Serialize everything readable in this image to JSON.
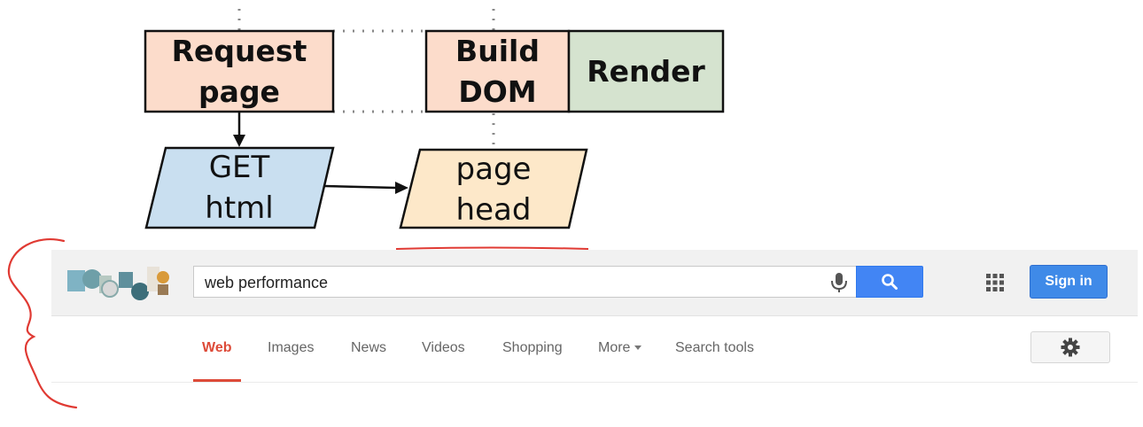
{
  "diagram": {
    "boxes": {
      "request": "Request\npage",
      "build": "Build\nDOM",
      "render": "Render"
    },
    "parallelograms": {
      "get": "GET\nhtml",
      "head": "page\nhead"
    },
    "colors": {
      "request_fill": "#fcdccb",
      "build_fill": "#fcdccb",
      "render_fill": "#d5e3cf",
      "get_fill": "#c9dff0",
      "head_fill": "#fde8c9",
      "annotation": "#e03a33"
    }
  },
  "search": {
    "query": "web performance",
    "mic_icon": "microphone-icon",
    "search_icon": "magnifier-icon"
  },
  "header": {
    "apps_icon": "apps-grid-icon",
    "signin_label": "Sign in"
  },
  "tabs": [
    {
      "label": "Web",
      "active": true
    },
    {
      "label": "Images",
      "active": false
    },
    {
      "label": "News",
      "active": false
    },
    {
      "label": "Videos",
      "active": false
    },
    {
      "label": "Shopping",
      "active": false
    },
    {
      "label": "More",
      "active": false
    },
    {
      "label": "Search tools",
      "active": false
    }
  ],
  "settings_icon": "gear-icon",
  "accent_colors": {
    "google_blue": "#4285f4",
    "active_tab_red": "#dd4b39"
  }
}
